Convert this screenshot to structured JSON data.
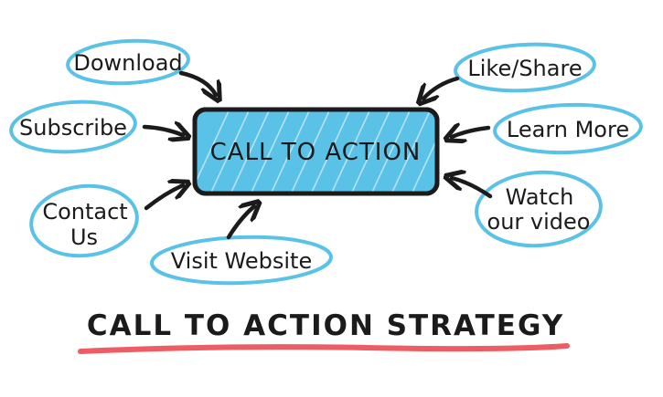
{
  "center": {
    "label": "CALL TO ACTION",
    "fill": "#5bc2e7"
  },
  "title": "CALL TO ACTION STRATEGY",
  "colors": {
    "bubble": "#5bc2e7",
    "underline": "#ee5d63",
    "ink": "#1b1b1b"
  },
  "nodes": {
    "download": "Download",
    "subscribe": "Subscribe",
    "contact_l1": "Contact",
    "contact_l2": "Us",
    "visit_website": "Visit Website",
    "like_share": "Like/Share",
    "learn_more": "Learn More",
    "watch_l1": "Watch",
    "watch_l2": "our video"
  }
}
